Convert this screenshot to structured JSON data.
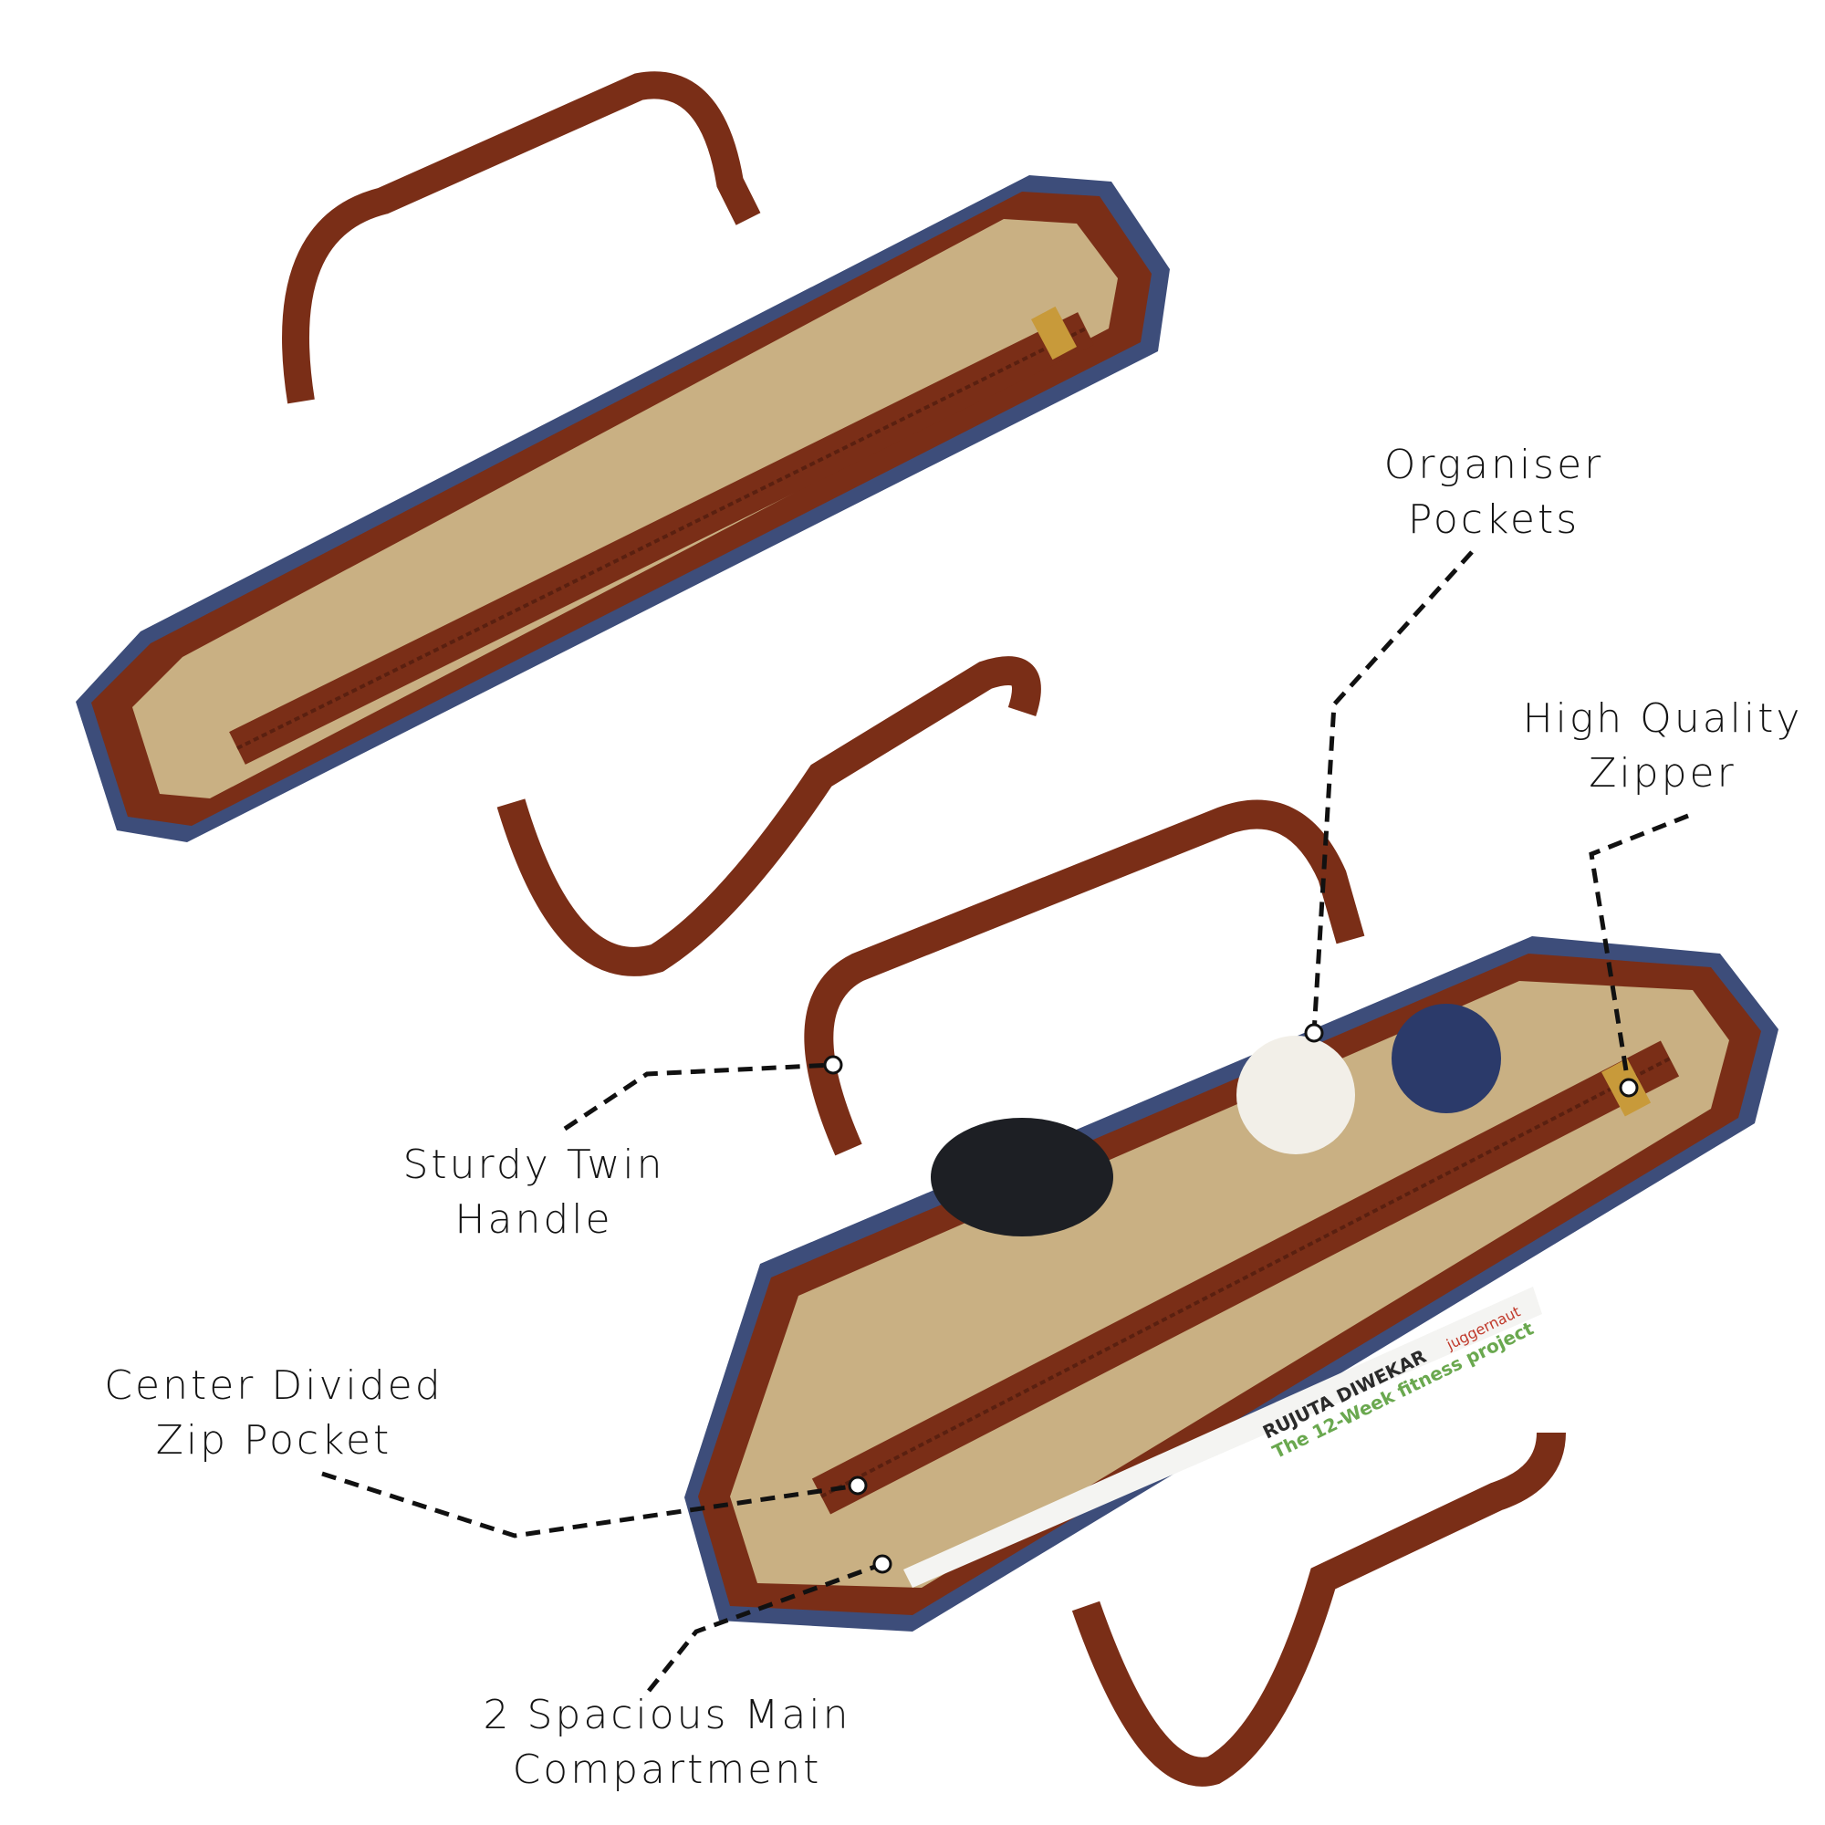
{
  "callouts": {
    "organiser": {
      "line1": "Organiser",
      "line2": "Pockets"
    },
    "zipper": {
      "line1": "High Quality",
      "line2": "Zipper"
    },
    "handle": {
      "line1": "Sturdy Twin",
      "line2": "Handle"
    },
    "zip_pocket": {
      "line1": "Center Divided",
      "line2": "Zip Pocket"
    },
    "compartment": {
      "line1": "2 Spacious Main",
      "line2": "Compartment"
    }
  },
  "book_cover": {
    "author": "RUJUTA DIWEKAR",
    "title": "The 12-Week fitness project",
    "publisher": "juggernaut"
  },
  "colors": {
    "leather": "#7a2e17",
    "lining": "#c9b083",
    "fabric": "#3d4d7a",
    "text": "#141414"
  }
}
